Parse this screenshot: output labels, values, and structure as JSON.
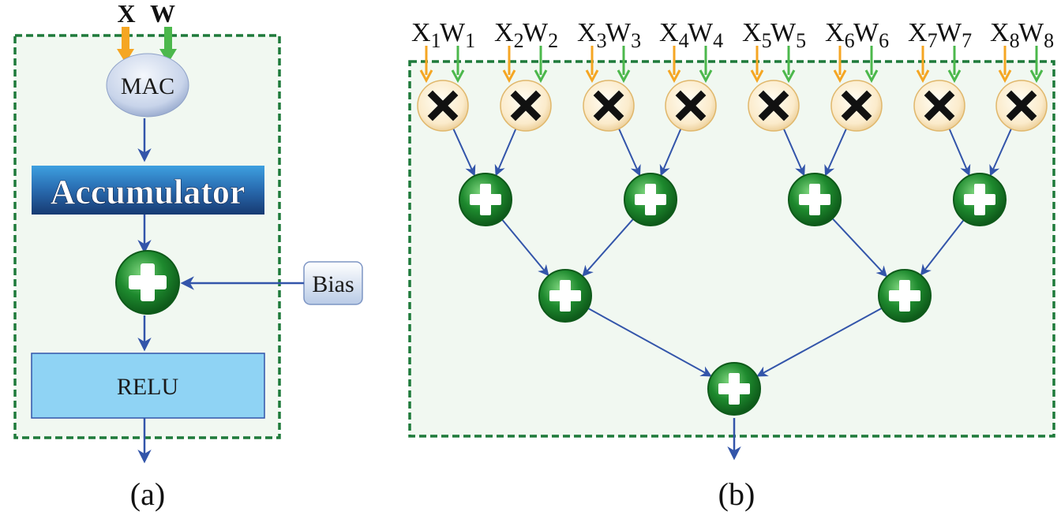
{
  "panel_a": {
    "inputs": {
      "x": "X",
      "w": "W"
    },
    "mac_label": "MAC",
    "accumulator_label": "Accumulator",
    "bias_label": "Bias",
    "relu_label": "RELU",
    "caption": "(a)"
  },
  "panel_b": {
    "pairs": [
      {
        "x": "X",
        "xsub": "1",
        "w": "W",
        "wsub": "1"
      },
      {
        "x": "X",
        "xsub": "2",
        "w": "W",
        "wsub": "2"
      },
      {
        "x": "X",
        "xsub": "3",
        "w": "W",
        "wsub": "3"
      },
      {
        "x": "X",
        "xsub": "4",
        "w": "W",
        "wsub": "4"
      },
      {
        "x": "X",
        "xsub": "5",
        "w": "W",
        "wsub": "5"
      },
      {
        "x": "X",
        "xsub": "6",
        "w": "W",
        "wsub": "6"
      },
      {
        "x": "X",
        "xsub": "7",
        "w": "W",
        "wsub": "7"
      },
      {
        "x": "X",
        "xsub": "8",
        "w": "W",
        "wsub": "8"
      }
    ],
    "caption": "(b)"
  },
  "colors": {
    "x_arrow": "#F5A623",
    "w_arrow": "#4CB84C",
    "flow_arrow": "#3355AA",
    "dashed_border": "#1E7A3A",
    "panel_fill": "#F1F8F1",
    "plus_node": "#1E8A2E",
    "relu_fill": "#8FD3F4",
    "accumulator_top": "#2E8FD0",
    "accumulator_bottom": "#1B3F7A"
  },
  "icons": {
    "multiply_node": "multiply-icon",
    "add_node": "plus-icon"
  }
}
